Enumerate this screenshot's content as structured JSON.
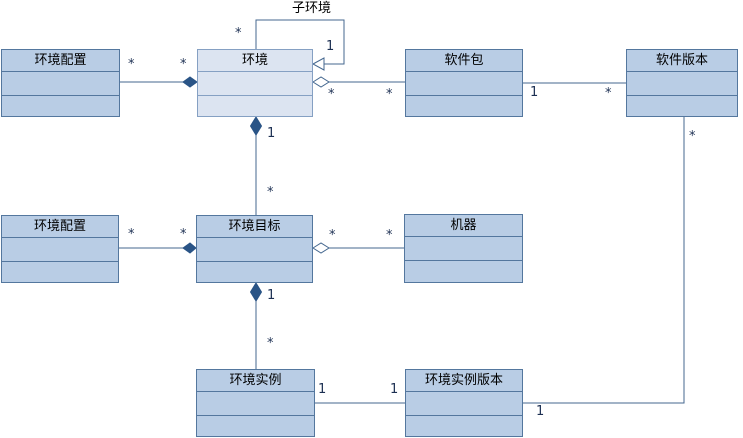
{
  "diagram": {
    "type": "uml-class-diagram",
    "colors": {
      "background": "#ffffff",
      "box_fill": "#b9cde5",
      "box_fill_light": "#dce4f1",
      "box_border": "#54779e",
      "box_border_light": "#85a0c3",
      "line": "#44678f",
      "diamond_fill": "#2a5486",
      "label_text": "#1c2f52",
      "title_text": "#000000"
    },
    "classes": [
      {
        "id": "env-config-top",
        "name": "环境配置"
      },
      {
        "id": "environment",
        "name": "环境"
      },
      {
        "id": "software-package",
        "name": "软件包"
      },
      {
        "id": "software-version",
        "name": "软件版本"
      },
      {
        "id": "env-config-mid",
        "name": "环境配置"
      },
      {
        "id": "env-target",
        "name": "环境目标"
      },
      {
        "id": "machine",
        "name": "机器"
      },
      {
        "id": "env-instance",
        "name": "环境实例"
      },
      {
        "id": "env-instance-version",
        "name": "环境实例版本"
      }
    ],
    "relations": [
      {
        "from": "环境配置",
        "to": "环境",
        "kind": "composition",
        "from_mult": "*",
        "to_mult": "*"
      },
      {
        "from": "环境",
        "to": "环境",
        "kind": "generalization",
        "label": "子环境",
        "from_mult": "*",
        "to_mult": "1"
      },
      {
        "from": "环境",
        "to": "软件包",
        "kind": "aggregation",
        "from_mult": "*",
        "to_mult": "*"
      },
      {
        "from": "软件包",
        "to": "软件版本",
        "kind": "association",
        "from_mult": "1",
        "to_mult": "*"
      },
      {
        "from": "环境",
        "to": "环境目标",
        "kind": "composition",
        "from_mult": "1",
        "to_mult": "*"
      },
      {
        "from": "环境配置",
        "to": "环境目标",
        "kind": "composition",
        "from_mult": "*",
        "to_mult": "*"
      },
      {
        "from": "环境目标",
        "to": "机器",
        "kind": "aggregation",
        "from_mult": "*",
        "to_mult": "*"
      },
      {
        "from": "环境目标",
        "to": "环境实例",
        "kind": "composition",
        "from_mult": "1",
        "to_mult": "*"
      },
      {
        "from": "环境实例",
        "to": "环境实例版本",
        "kind": "association",
        "from_mult": "1",
        "to_mult": "1"
      },
      {
        "from": "环境实例版本",
        "to": "软件版本",
        "kind": "association",
        "from_mult": "1",
        "to_mult": "*"
      }
    ]
  }
}
